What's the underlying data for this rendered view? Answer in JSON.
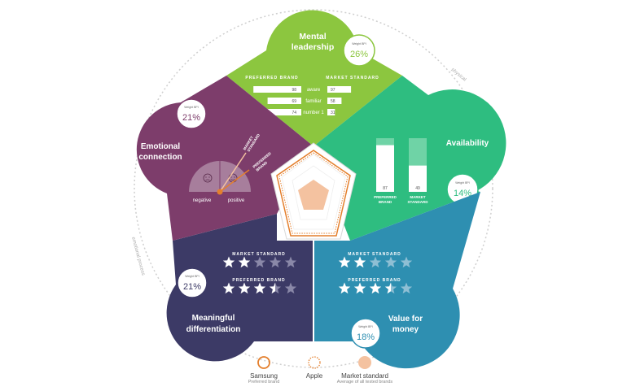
{
  "colors": {
    "mental": "#8cc63f",
    "availability": "#2ebd80",
    "value": "#2e8fb1",
    "meaningful": "#3c3a66",
    "emotional": "#7d3d6b",
    "samsung": "#e47f2c",
    "market": "#f4c2a0"
  },
  "sections": {
    "mental": {
      "title_line1": "Mental",
      "title_line2": "leadership",
      "weight_label": "Weight BPI",
      "weight": "26%",
      "preferred_label": "PREFERRED BRAND",
      "market_label": "MARKET STANDARD",
      "rows": [
        {
          "label": "aware",
          "preferred": 98,
          "market": 97
        },
        {
          "label": "familiar",
          "preferred": 69,
          "market": 58
        },
        {
          "label": "number 1",
          "preferred": 74,
          "market": 31
        }
      ]
    },
    "availability": {
      "title": "Availability",
      "weight_label": "Weight BPI",
      "weight": "14%",
      "bars": [
        {
          "value": 87,
          "label_line1": "PREFERRED",
          "label_line2": "BRAND"
        },
        {
          "value": 49,
          "label_line1": "MARKET",
          "label_line2": "STANDARD"
        }
      ]
    },
    "value": {
      "title_line1": "Value for",
      "title_line2": "money",
      "weight_label": "Weight BPI",
      "weight": "18%",
      "market_label": "MARKET STANDARD",
      "preferred_label": "PREFERRED BRAND",
      "market_stars": 2,
      "preferred_stars": 3.5,
      "max_stars": 5
    },
    "meaningful": {
      "title_line1": "Meaningful",
      "title_line2": "differentiation",
      "weight_label": "Weight BPI",
      "weight": "21%",
      "market_label": "MARKET STANDARD",
      "preferred_label": "PREFERRED BRAND",
      "market_stars": 2,
      "preferred_stars": 3.5,
      "max_stars": 5
    },
    "emotional": {
      "title_line1": "Emotional",
      "title_line2": "connection",
      "weight_label": "Weight BPI",
      "weight": "21%",
      "negative_label": "negative",
      "positive_label": "positive",
      "market_label_line1": "MARKET",
      "market_label_line2": "STANDARD",
      "preferred_label_line1": "PREFERRED",
      "preferred_label_line2": "BRAND"
    }
  },
  "outer_labels": {
    "physical": "physical",
    "emotional_process": "emotional process"
  },
  "legend": [
    {
      "title": "Samsung",
      "sub": "Preferred brand",
      "style": "solid"
    },
    {
      "title": "Apple",
      "sub": "",
      "style": "dotted"
    },
    {
      "title": "Market standard",
      "sub": "Average of all tested brands",
      "style": "filled"
    }
  ]
}
